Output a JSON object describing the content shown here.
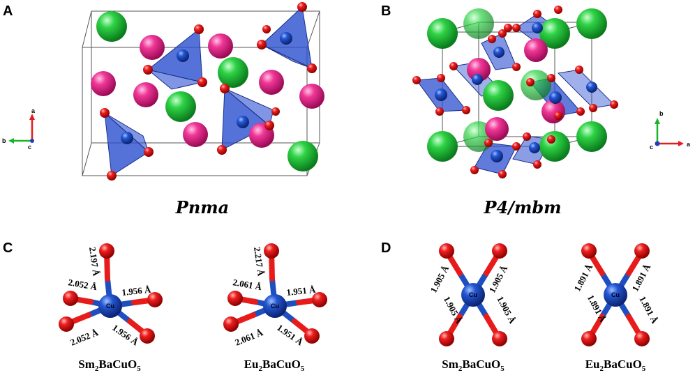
{
  "panels": {
    "a": {
      "letter": "A",
      "space_group": "Pnma",
      "axes": {
        "up": "a",
        "left": "b",
        "center": "c"
      }
    },
    "b": {
      "letter": "B",
      "space_group": "P4/mbm",
      "axes": {
        "up": "b",
        "right": "a",
        "center": "c"
      }
    },
    "c": {
      "letter": "C",
      "polyhedra": [
        {
          "compound": {
            "prefix": "Sm",
            "sub1": "2",
            "mid": "BaCuO",
            "sub2": "5"
          },
          "center": "Cu",
          "bonds": [
            "2.197 Å",
            "2.052 Å",
            "1.956 Å",
            "2.052 Å",
            "1.956 Å"
          ]
        },
        {
          "compound": {
            "prefix": "Eu",
            "sub1": "2",
            "mid": "BaCuO",
            "sub2": "5"
          },
          "center": "Cu",
          "bonds": [
            "2.217 Å",
            "2.061 Å",
            "1.951 Å",
            "2.061 Å",
            "1.951 Å"
          ]
        }
      ]
    },
    "d": {
      "letter": "D",
      "polyhedra": [
        {
          "compound": {
            "prefix": "Sm",
            "sub1": "2",
            "mid": "BaCuO",
            "sub2": "5"
          },
          "center": "Cu",
          "bonds": [
            "1.905 Å",
            "1.905 Å",
            "1.905 Å",
            "1.905 Å"
          ]
        },
        {
          "compound": {
            "prefix": "Eu",
            "sub1": "2",
            "mid": "BaCuO",
            "sub2": "5"
          },
          "center": "Cu",
          "bonds": [
            "1.891 Å",
            "1.891 Å",
            "1.891 Å",
            "1.891 Å"
          ]
        }
      ]
    }
  },
  "colors": {
    "cu": "#1f4fbf",
    "oxygen": "#e81b1b",
    "rare_earth": "#e8288f",
    "barium": "#19b82c",
    "polyhedron": "#2b4fd0",
    "cell": "#555555"
  }
}
